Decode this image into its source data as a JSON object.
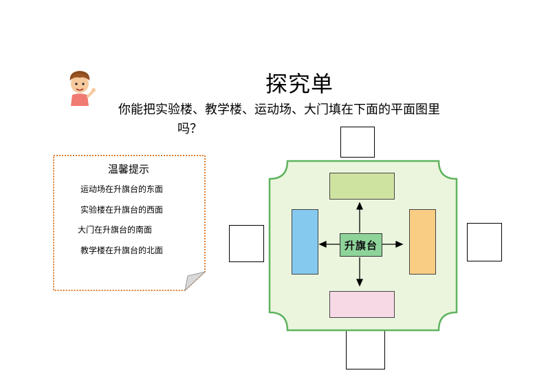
{
  "title": "探究单",
  "question_line1": "你能把实验楼、教学楼、运动场、大门填在下面的平面图里",
  "question_line2": "吗？",
  "hints": {
    "title": "温馨提示",
    "items": [
      "运动场在升旗台的东面",
      "实验楼在升旗台的西面",
      "大门在升旗台的南面",
      "教学楼在升旗台的北面"
    ]
  },
  "plan": {
    "center_label": "升旗台",
    "colors": {
      "ground": "#ebf5dd",
      "border": "#5fb35f",
      "north": "#cfe3a1",
      "west": "#86c9ef",
      "east": "#f9cd84",
      "south": "#f7d9e6",
      "center": "#8ed49a"
    }
  }
}
